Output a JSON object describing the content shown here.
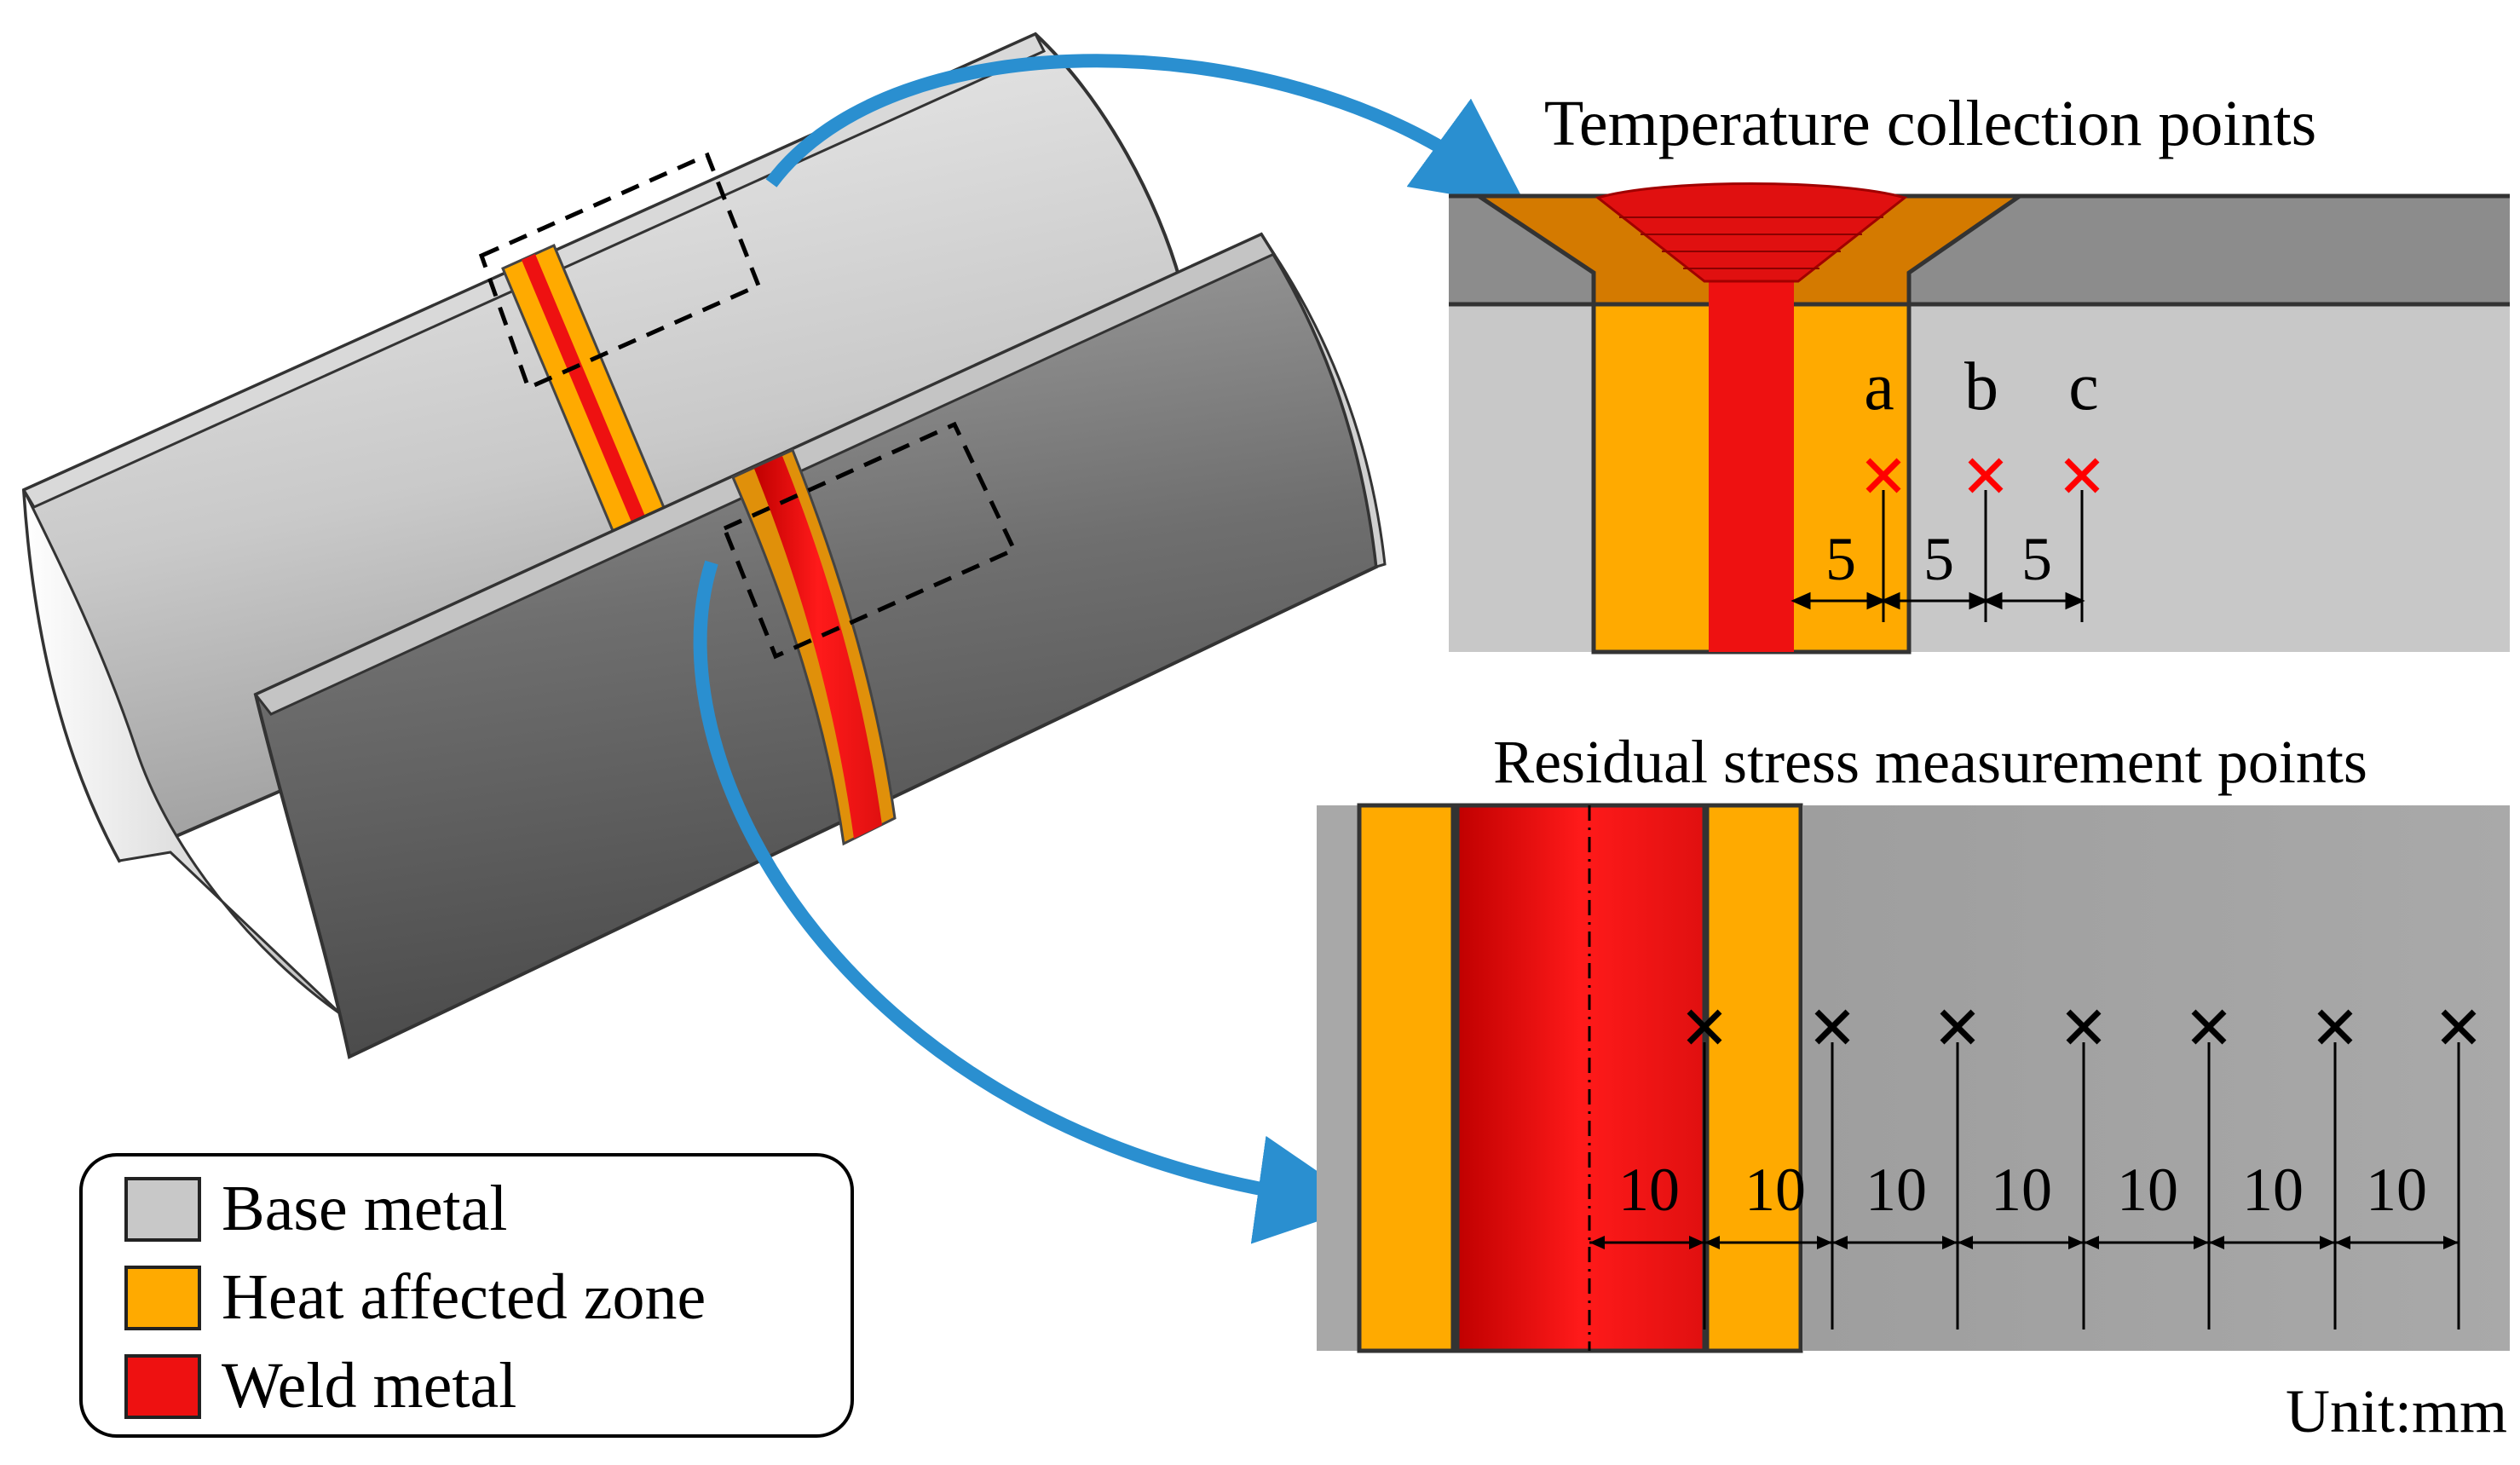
{
  "temperature_panel": {
    "title": "Temperature collection points",
    "points": [
      {
        "label": "a",
        "spacing": "5"
      },
      {
        "label": "b",
        "spacing": "5"
      },
      {
        "label": "c",
        "spacing": "5"
      }
    ],
    "marker_color": "#ff0000"
  },
  "residual_panel": {
    "title": "Residual stress measurement points",
    "spacings": [
      "10",
      "10",
      "10",
      "10",
      "10",
      "10",
      "10"
    ],
    "marker_color": "#000000"
  },
  "unit_label": "Unit:mm",
  "legend": {
    "items": [
      {
        "label": "Base metal",
        "color": "#c8c8c8"
      },
      {
        "label": "Heat affected zone",
        "color": "#ffaa00"
      },
      {
        "label": "Weld metal",
        "color": "#ee1111"
      }
    ]
  },
  "colors": {
    "base_metal_light": "#c8c8c8",
    "base_metal_dark": "#7a7a7a",
    "haz": "#ffaa00",
    "weld": "#ee1111",
    "arrow": "#2a8fd0"
  }
}
